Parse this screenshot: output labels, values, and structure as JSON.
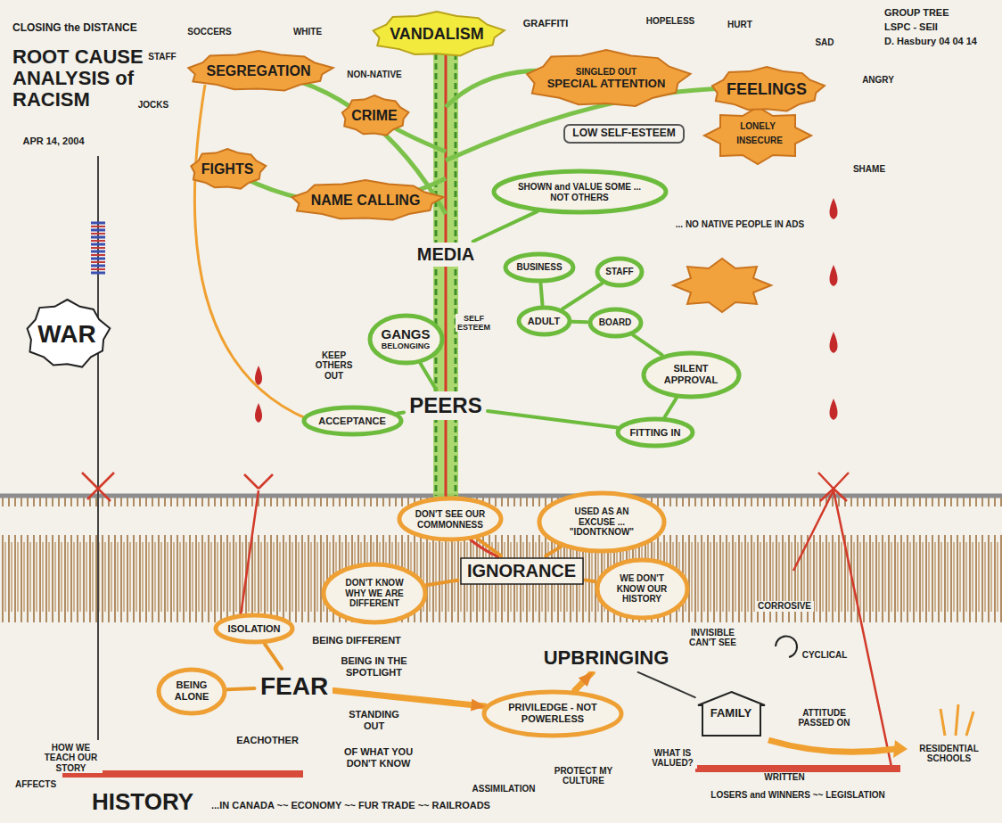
{
  "diagram": {
    "title": "ROOT CAUSE ANALYSIS of RACISM",
    "nodes": [
      {
        "text": [
          "VANDALISM"
        ]
      },
      {
        "text": [
          "SEGREGATION"
        ]
      },
      {
        "text": [
          "CRIME"
        ]
      },
      {
        "text": [
          "SINGLED OUT",
          "SPECIAL ATTENTION"
        ]
      },
      {
        "text": [
          "LOW SELF-ESTEEM"
        ]
      },
      {
        "text": [
          "FEELINGS"
        ]
      },
      {
        "text": [
          "FIGHTS"
        ]
      },
      {
        "text": [
          "NAME CALLING"
        ]
      },
      {
        "text": [
          "WAR"
        ]
      },
      {
        "text": [
          "MEDIA"
        ]
      },
      {
        "text": [
          "SHOWN and VALUE SOME ... NOT OTHERS"
        ]
      },
      {
        "text": [
          "BUSINESS"
        ]
      },
      {
        "text": [
          "STAFF"
        ]
      },
      {
        "text": [
          "ADULT"
        ]
      },
      {
        "text": [
          "BOARD"
        ]
      },
      {
        "text": [
          "SILENT APPROVAL"
        ]
      },
      {
        "text": [
          "GANGS",
          "BELONGING"
        ]
      },
      {
        "text": [
          "ACCEPTANCE"
        ]
      },
      {
        "text": [
          "PEERS"
        ]
      },
      {
        "text": [
          "FITTING IN"
        ]
      },
      {
        "text": [
          "IGNORANCE"
        ]
      },
      {
        "text": [
          "DON'T SEE OUR COMMONNESS"
        ]
      },
      {
        "text": [
          "DON'T KNOW WHY WE ARE DIFFERENT"
        ]
      },
      {
        "text": [
          "USED AS AN EXCUSE ... \"IDONTKNOW\""
        ]
      },
      {
        "text": [
          "WE DON'T KNOW OUR HISTORY"
        ]
      },
      {
        "text": [
          "FEAR"
        ]
      },
      {
        "text": [
          "ISOLATION"
        ]
      },
      {
        "text": [
          "BEING ALONE"
        ]
      },
      {
        "text": [
          "PRIVILEDGE - NOT POWERLESS"
        ]
      },
      {
        "text": [
          "UPBRINGING"
        ]
      },
      {
        "text": [
          "FAMILY"
        ]
      },
      {
        "text": [
          "HISTORY"
        ]
      }
    ],
    "edges": [
      {
        "from": 9,
        "to": 10,
        "arrow": "none"
      },
      {
        "from": 13,
        "to": 11,
        "arrow": "none"
      },
      {
        "from": 13,
        "to": 12,
        "arrow": "none"
      },
      {
        "from": 13,
        "to": 14,
        "arrow": "none"
      },
      {
        "from": 14,
        "to": 15,
        "arrow": "none"
      },
      {
        "from": 18,
        "to": 16,
        "arrow": "none"
      },
      {
        "from": 18,
        "to": 17,
        "arrow": "none"
      },
      {
        "from": 18,
        "to": 19,
        "arrow": "none"
      },
      {
        "from": 15,
        "to": 19,
        "arrow": "none"
      },
      {
        "from": 20,
        "to": 21,
        "arrow": "none"
      },
      {
        "from": 20,
        "to": 22,
        "arrow": "none"
      },
      {
        "from": 20,
        "to": 23,
        "arrow": "none"
      },
      {
        "from": 20,
        "to": 24,
        "arrow": "none"
      },
      {
        "from": 25,
        "to": 26,
        "arrow": "none"
      },
      {
        "from": 25,
        "to": 27,
        "arrow": "none"
      },
      {
        "from": 25,
        "to": 28,
        "arrow": "to"
      },
      {
        "from": 28,
        "to": 29,
        "arrow": "to"
      },
      {
        "from": 29,
        "to": 30,
        "arrow": "none"
      }
    ],
    "labels": [
      "CLOSING the DISTANCE",
      "APR 14, 2004",
      "GROUP TREE",
      "LSPC - SEII",
      "D. Hasbury 04 04 14",
      "SOCCERS",
      "WHITE",
      "STAFF",
      "JOCKS",
      "NON-NATIVE",
      "GRAFFITI",
      "HOPELESS",
      "HURT",
      "SAD",
      "ANGRY",
      "LONELY",
      "INSECURE",
      "SHAME",
      "... NO NATIVE PEOPLE IN ADS",
      "SELF ESTEEM",
      "KEEP OTHERS OUT",
      "BEING DIFFERENT",
      "BEING IN THE SPOTLIGHT",
      "STANDING OUT",
      "EACHOTHER",
      "OF WHAT YOU DON'T KNOW",
      "INVISIBLE CAN'T SEE",
      "CORROSIVE",
      "CYCLICAL",
      "ATTITUDE PASSED ON",
      "WHAT IS VALUED?",
      "PROTECT MY CULTURE",
      "ASSIMILATION",
      "WRITTEN",
      "LOSERS and WINNERS ~~ LEGISLATION",
      "RESIDENTIAL SCHOOLS",
      "HOW WE TEACH OUR STORY",
      "AFFECTS",
      "...IN CANADA ~~ ECONOMY ~~ FUR TRADE ~~ RAILROADS"
    ]
  }
}
